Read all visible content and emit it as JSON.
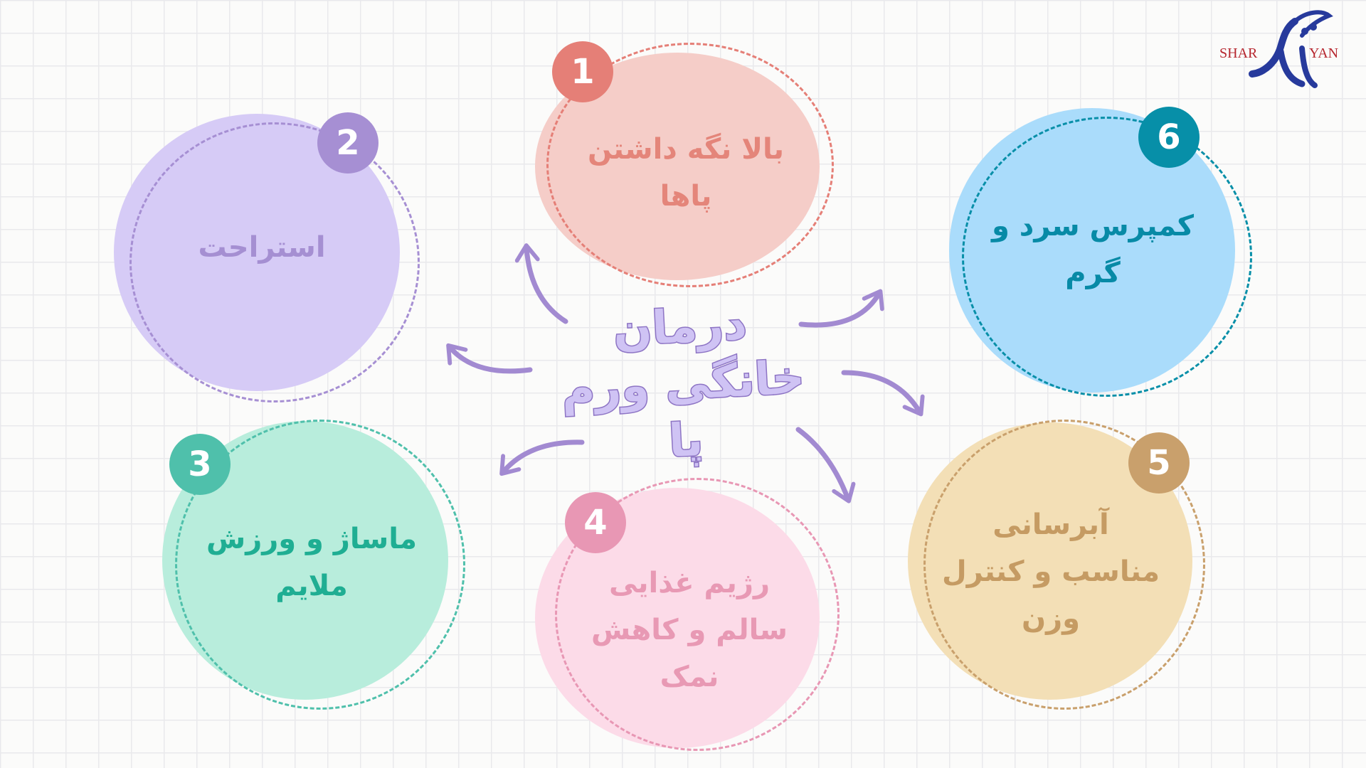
{
  "center": {
    "title": "درمان خانگی ورم پا"
  },
  "items": [
    {
      "number": "1",
      "label": "بالا نگه داشتن پاها",
      "fill": "#f5cdc8",
      "accent": "#e57f77",
      "text_color": "#e4857a"
    },
    {
      "number": "2",
      "label": "استراحت",
      "fill": "#d6cbf6",
      "accent": "#a68fd3",
      "text_color": "#a58fd2"
    },
    {
      "number": "3",
      "label": "ماساژ و ورزش ملایم",
      "fill": "#b8eddc",
      "accent": "#4fc0ab",
      "text_color": "#1fae93"
    },
    {
      "number": "4",
      "label": "رژیم غذایی سالم و کاهش نمک",
      "fill": "#fcdbe8",
      "accent": "#e897b4",
      "text_color": "#e899b4"
    },
    {
      "number": "5",
      "label": "آبرسانی مناسب و کنترل وزن",
      "fill": "#f3dfb6",
      "accent": "#c9a06c",
      "text_color": "#c59b63"
    },
    {
      "number": "6",
      "label": "کمپرس سرد و گرم",
      "fill": "#aadcfb",
      "accent": "#078fa8",
      "text_color": "#078aa6"
    }
  ],
  "logo": {
    "text_left": "SHAR",
    "text_right": "YAN",
    "color_blue": "#273a9c",
    "color_red": "#b6262e"
  },
  "colors": {
    "arrow": "#a28ad1",
    "grid": "#e9e9ec",
    "background": "#fbfbfa"
  }
}
